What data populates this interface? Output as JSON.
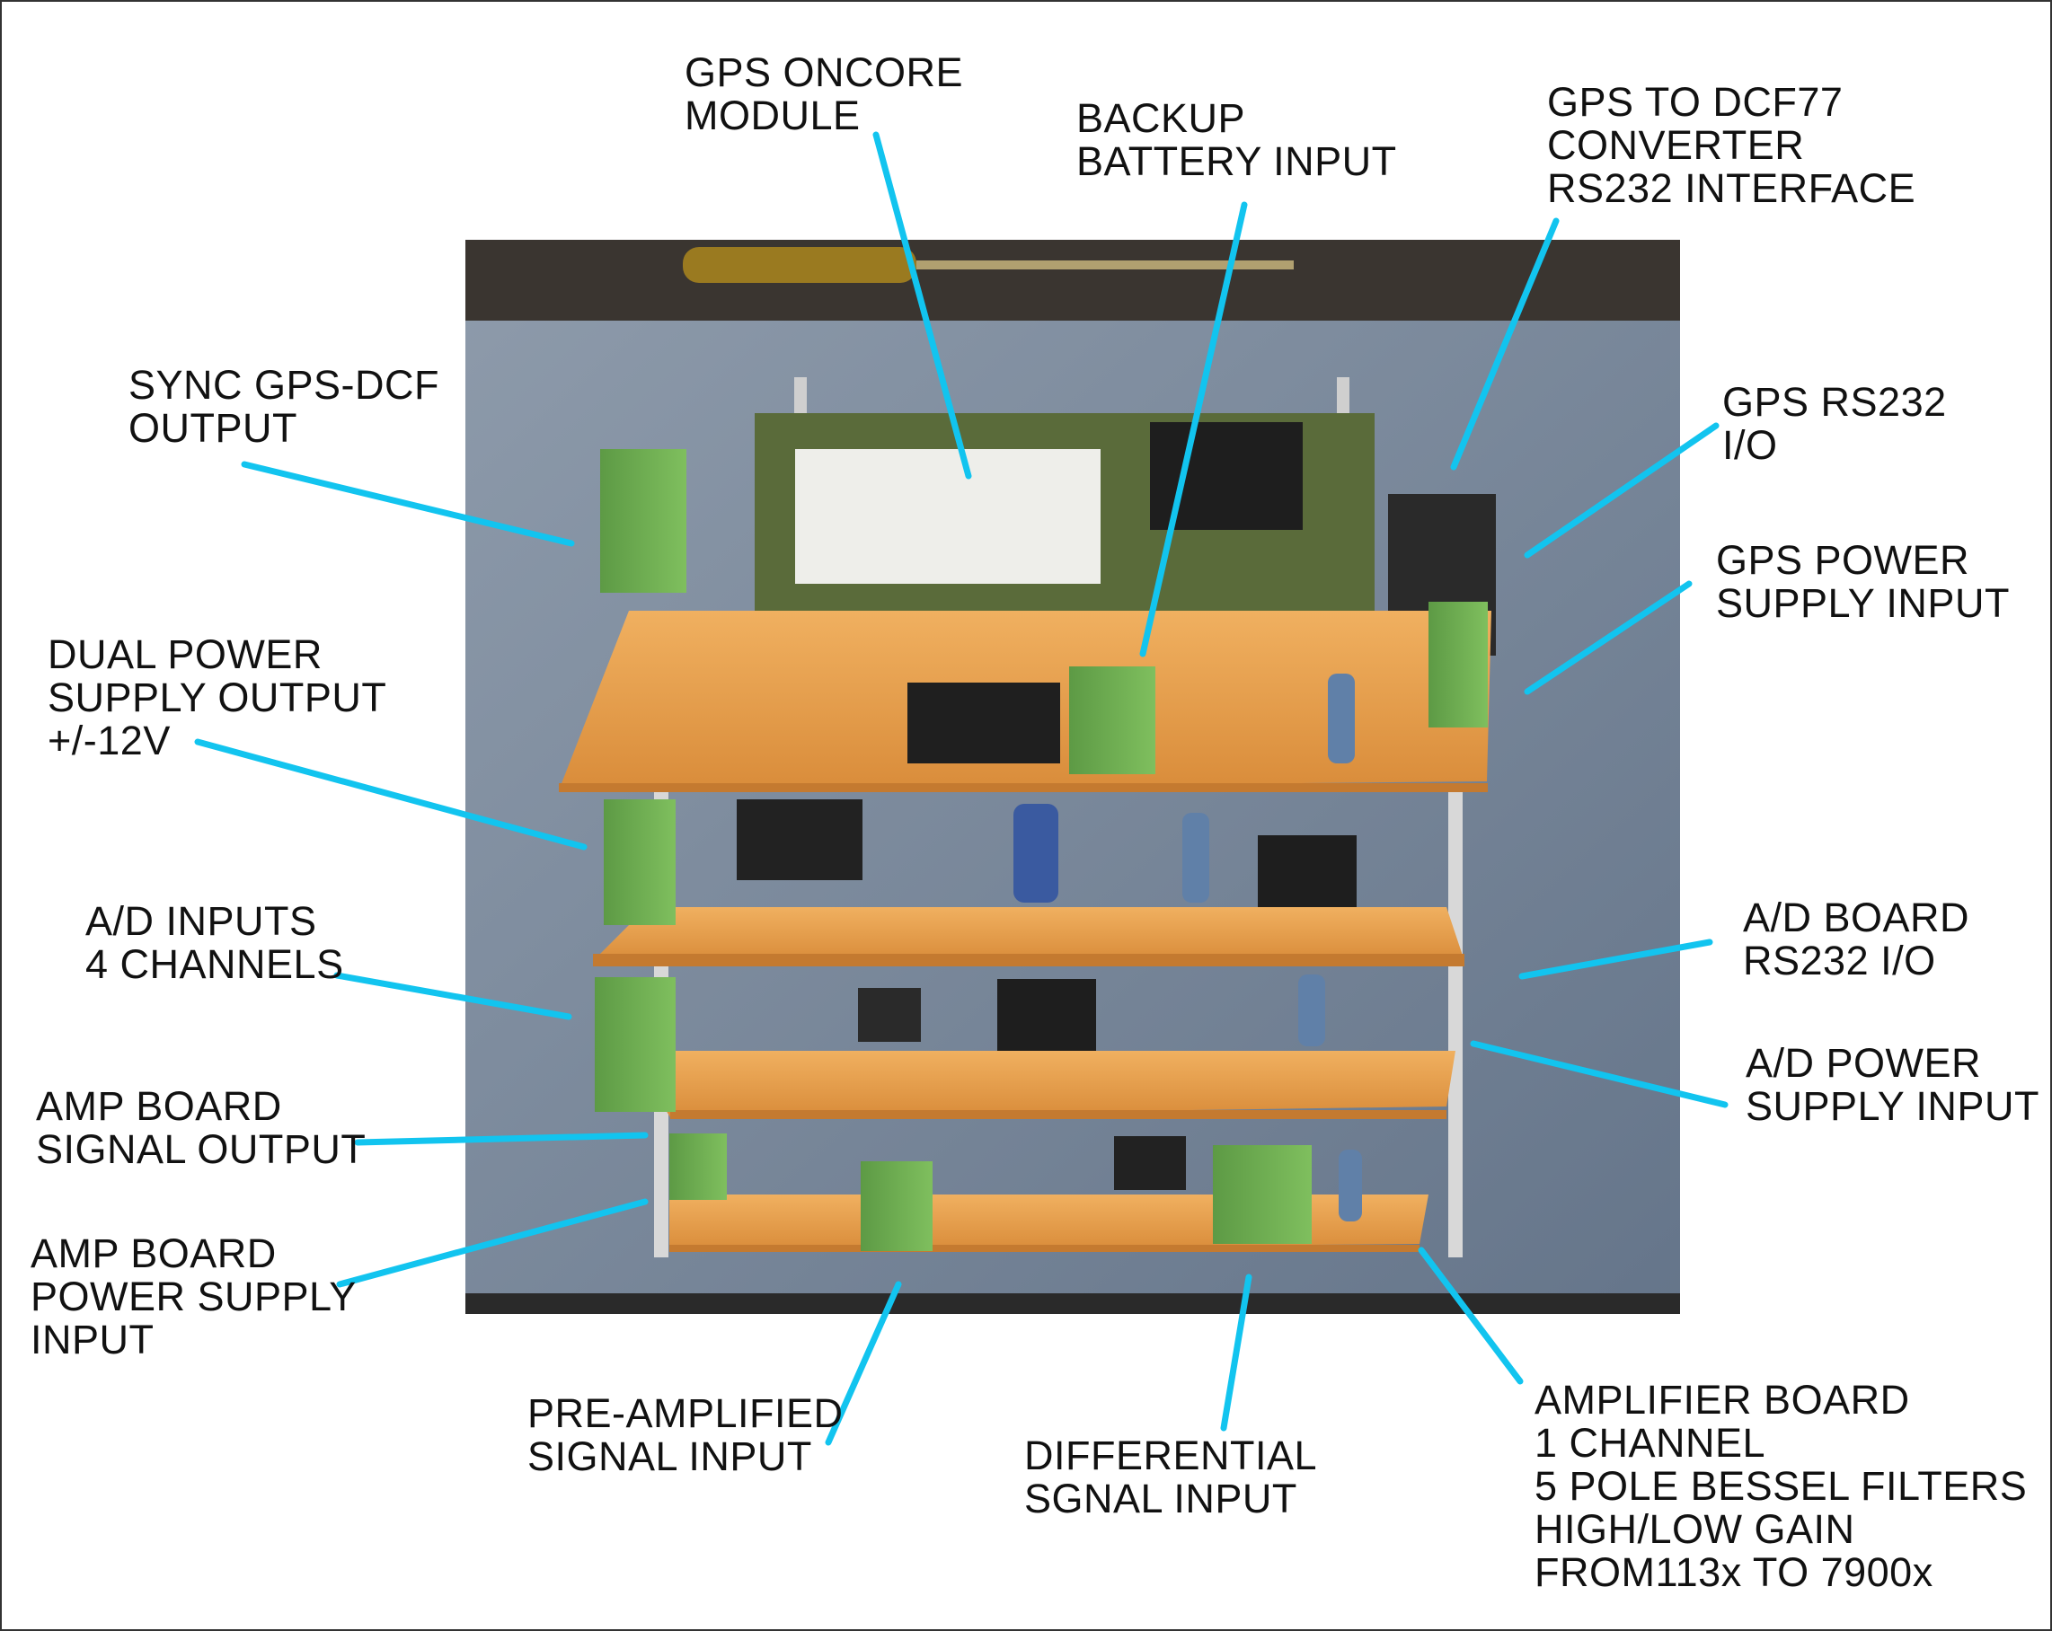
{
  "labels": [
    {
      "id": "gps-oncore-module",
      "lines": [
        "GPS ONCORE",
        "MODULE"
      ]
    },
    {
      "id": "backup-battery-input",
      "lines": [
        "BACKUP",
        "BATTERY INPUT"
      ]
    },
    {
      "id": "gps-to-dcf77-converter",
      "lines": [
        "GPS TO DCF77",
        "CONVERTER",
        "RS232 INTERFACE"
      ]
    },
    {
      "id": "sync-gps-dcf-output",
      "lines": [
        "SYNC GPS-DCF",
        "OUTPUT"
      ]
    },
    {
      "id": "gps-rs232-io",
      "lines": [
        "GPS RS232",
        "I/O"
      ]
    },
    {
      "id": "gps-power-supply-input",
      "lines": [
        "GPS POWER",
        "SUPPLY INPUT"
      ]
    },
    {
      "id": "dual-power-supply-output",
      "lines": [
        "DUAL POWER",
        "SUPPLY OUTPUT",
        "+/-12V"
      ]
    },
    {
      "id": "ad-inputs",
      "lines": [
        "A/D INPUTS",
        "4 CHANNELS"
      ]
    },
    {
      "id": "ad-board-rs232-io",
      "lines": [
        "A/D BOARD",
        "RS232 I/O"
      ]
    },
    {
      "id": "ad-power-supply-input",
      "lines": [
        "A/D POWER",
        "SUPPLY INPUT"
      ]
    },
    {
      "id": "amp-board-signal-output",
      "lines": [
        "AMP BOARD",
        "SIGNAL OUTPUT"
      ]
    },
    {
      "id": "amp-board-power-supply-input",
      "lines": [
        "AMP BOARD",
        "POWER SUPPLY",
        "INPUT"
      ]
    },
    {
      "id": "pre-amplified-signal-input",
      "lines": [
        "PRE-AMPLIFIED",
        "SIGNAL INPUT"
      ]
    },
    {
      "id": "differential-signal-input",
      "lines": [
        "DIFFERENTIAL",
        "SGNAL INPUT"
      ]
    },
    {
      "id": "amplifier-board",
      "lines": [
        "AMPLIFIER BOARD",
        "1 CHANNEL",
        "5 POLE BESSEL FILTERS",
        "HIGH/LOW GAIN",
        "FROM113x TO 7900x"
      ]
    }
  ],
  "colors": {
    "leader": "#12c4ef",
    "board": "#e8a050",
    "board_edge": "#c47a30",
    "terminal": "#6aa84f",
    "background": "#ffffff",
    "photo_bg": "#7d8c9e"
  }
}
